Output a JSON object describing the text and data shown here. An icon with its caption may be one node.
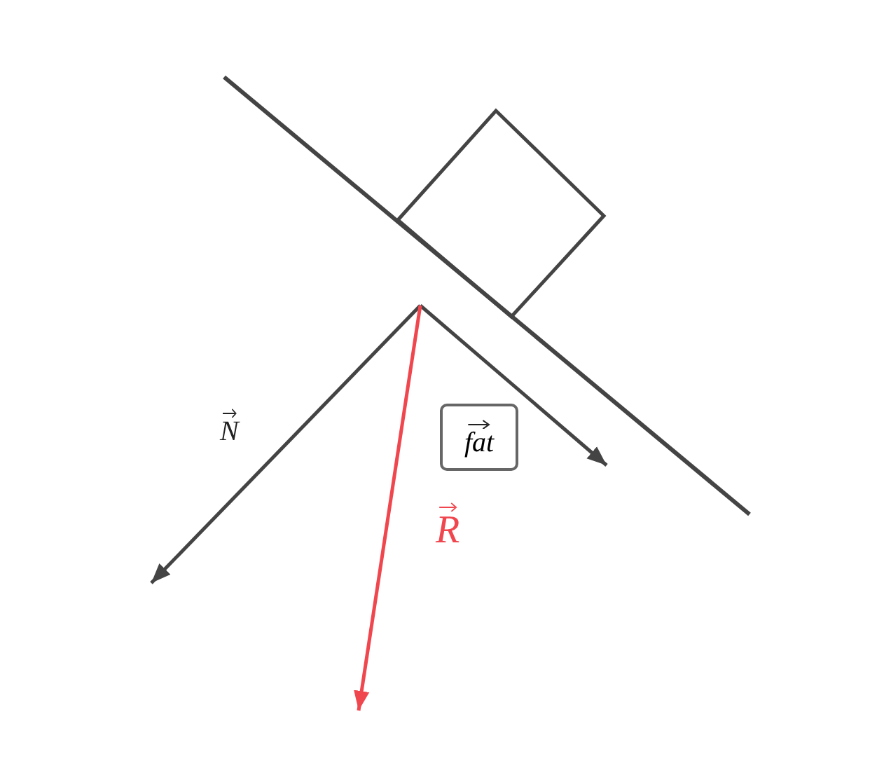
{
  "diagram": {
    "nodes": [
      {
        "text": [
          "fat"
        ]
      }
    ],
    "edges": [],
    "labels": [
      "N",
      "R"
    ]
  }
}
